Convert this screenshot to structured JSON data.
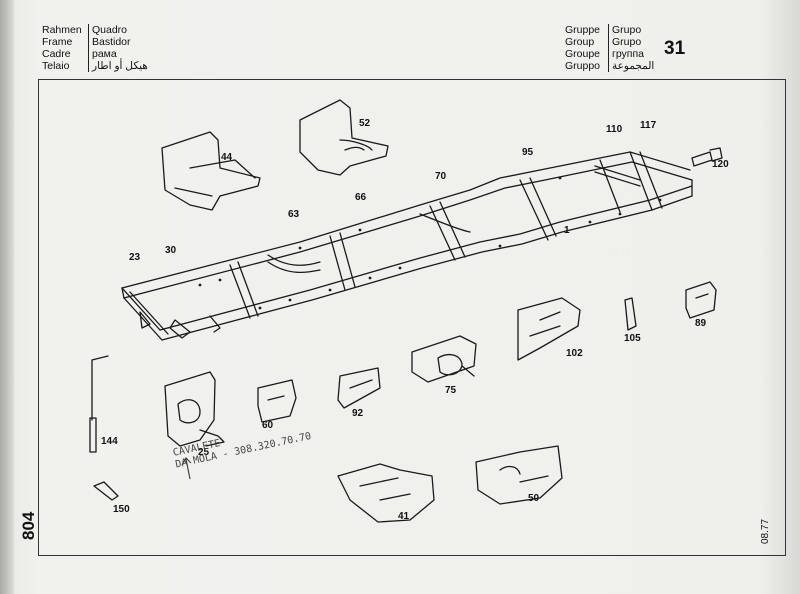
{
  "header": {
    "left_labels": [
      "Rahmen",
      "Frame",
      "Cadre",
      "Telaio"
    ],
    "left_translations": [
      "Quadro",
      "Bastidor",
      "рама",
      "هيكل أو اطار"
    ],
    "right_labels": [
      "Gruppe",
      "Group",
      "Groupe",
      "Gruppo"
    ],
    "right_translations": [
      "Grupo",
      "Grupo",
      "группа",
      "المجموعة"
    ],
    "group_number": "31"
  },
  "footer": {
    "page_number": "804",
    "date_code": "08.77"
  },
  "part_labels": {
    "p1": "1",
    "p23": "23",
    "p25": "25",
    "p30": "30",
    "p41": "41",
    "p44": "44",
    "p50": "50",
    "p52": "52",
    "p60": "60",
    "p63": "63",
    "p66": "66",
    "p70": "70",
    "p75": "75",
    "p89": "89",
    "p92": "92",
    "p95": "95",
    "p102": "102",
    "p105": "105",
    "p110": "110",
    "p117": "117",
    "p120": "120",
    "p144": "144",
    "p150": "150"
  },
  "handwritten_note": {
    "line1": "CAVALETE",
    "line2": "DA MOLA - 308.320.70.70"
  }
}
